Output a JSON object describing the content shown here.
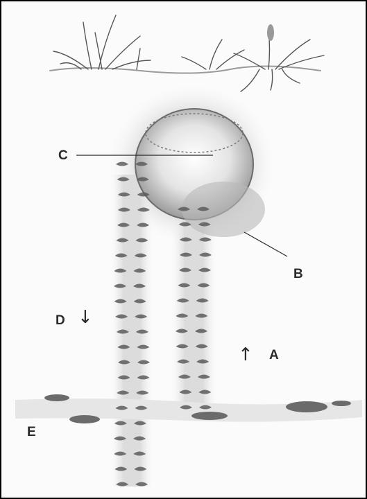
{
  "labels": {
    "a": "A",
    "b": "B",
    "c": "C",
    "d": "D",
    "e": "E"
  },
  "arrows": {
    "up": "↑",
    "down": "↓"
  },
  "colors": {
    "ink": "#2a2a2a",
    "shade": "#6b6b6b",
    "frame": "#000000"
  }
}
